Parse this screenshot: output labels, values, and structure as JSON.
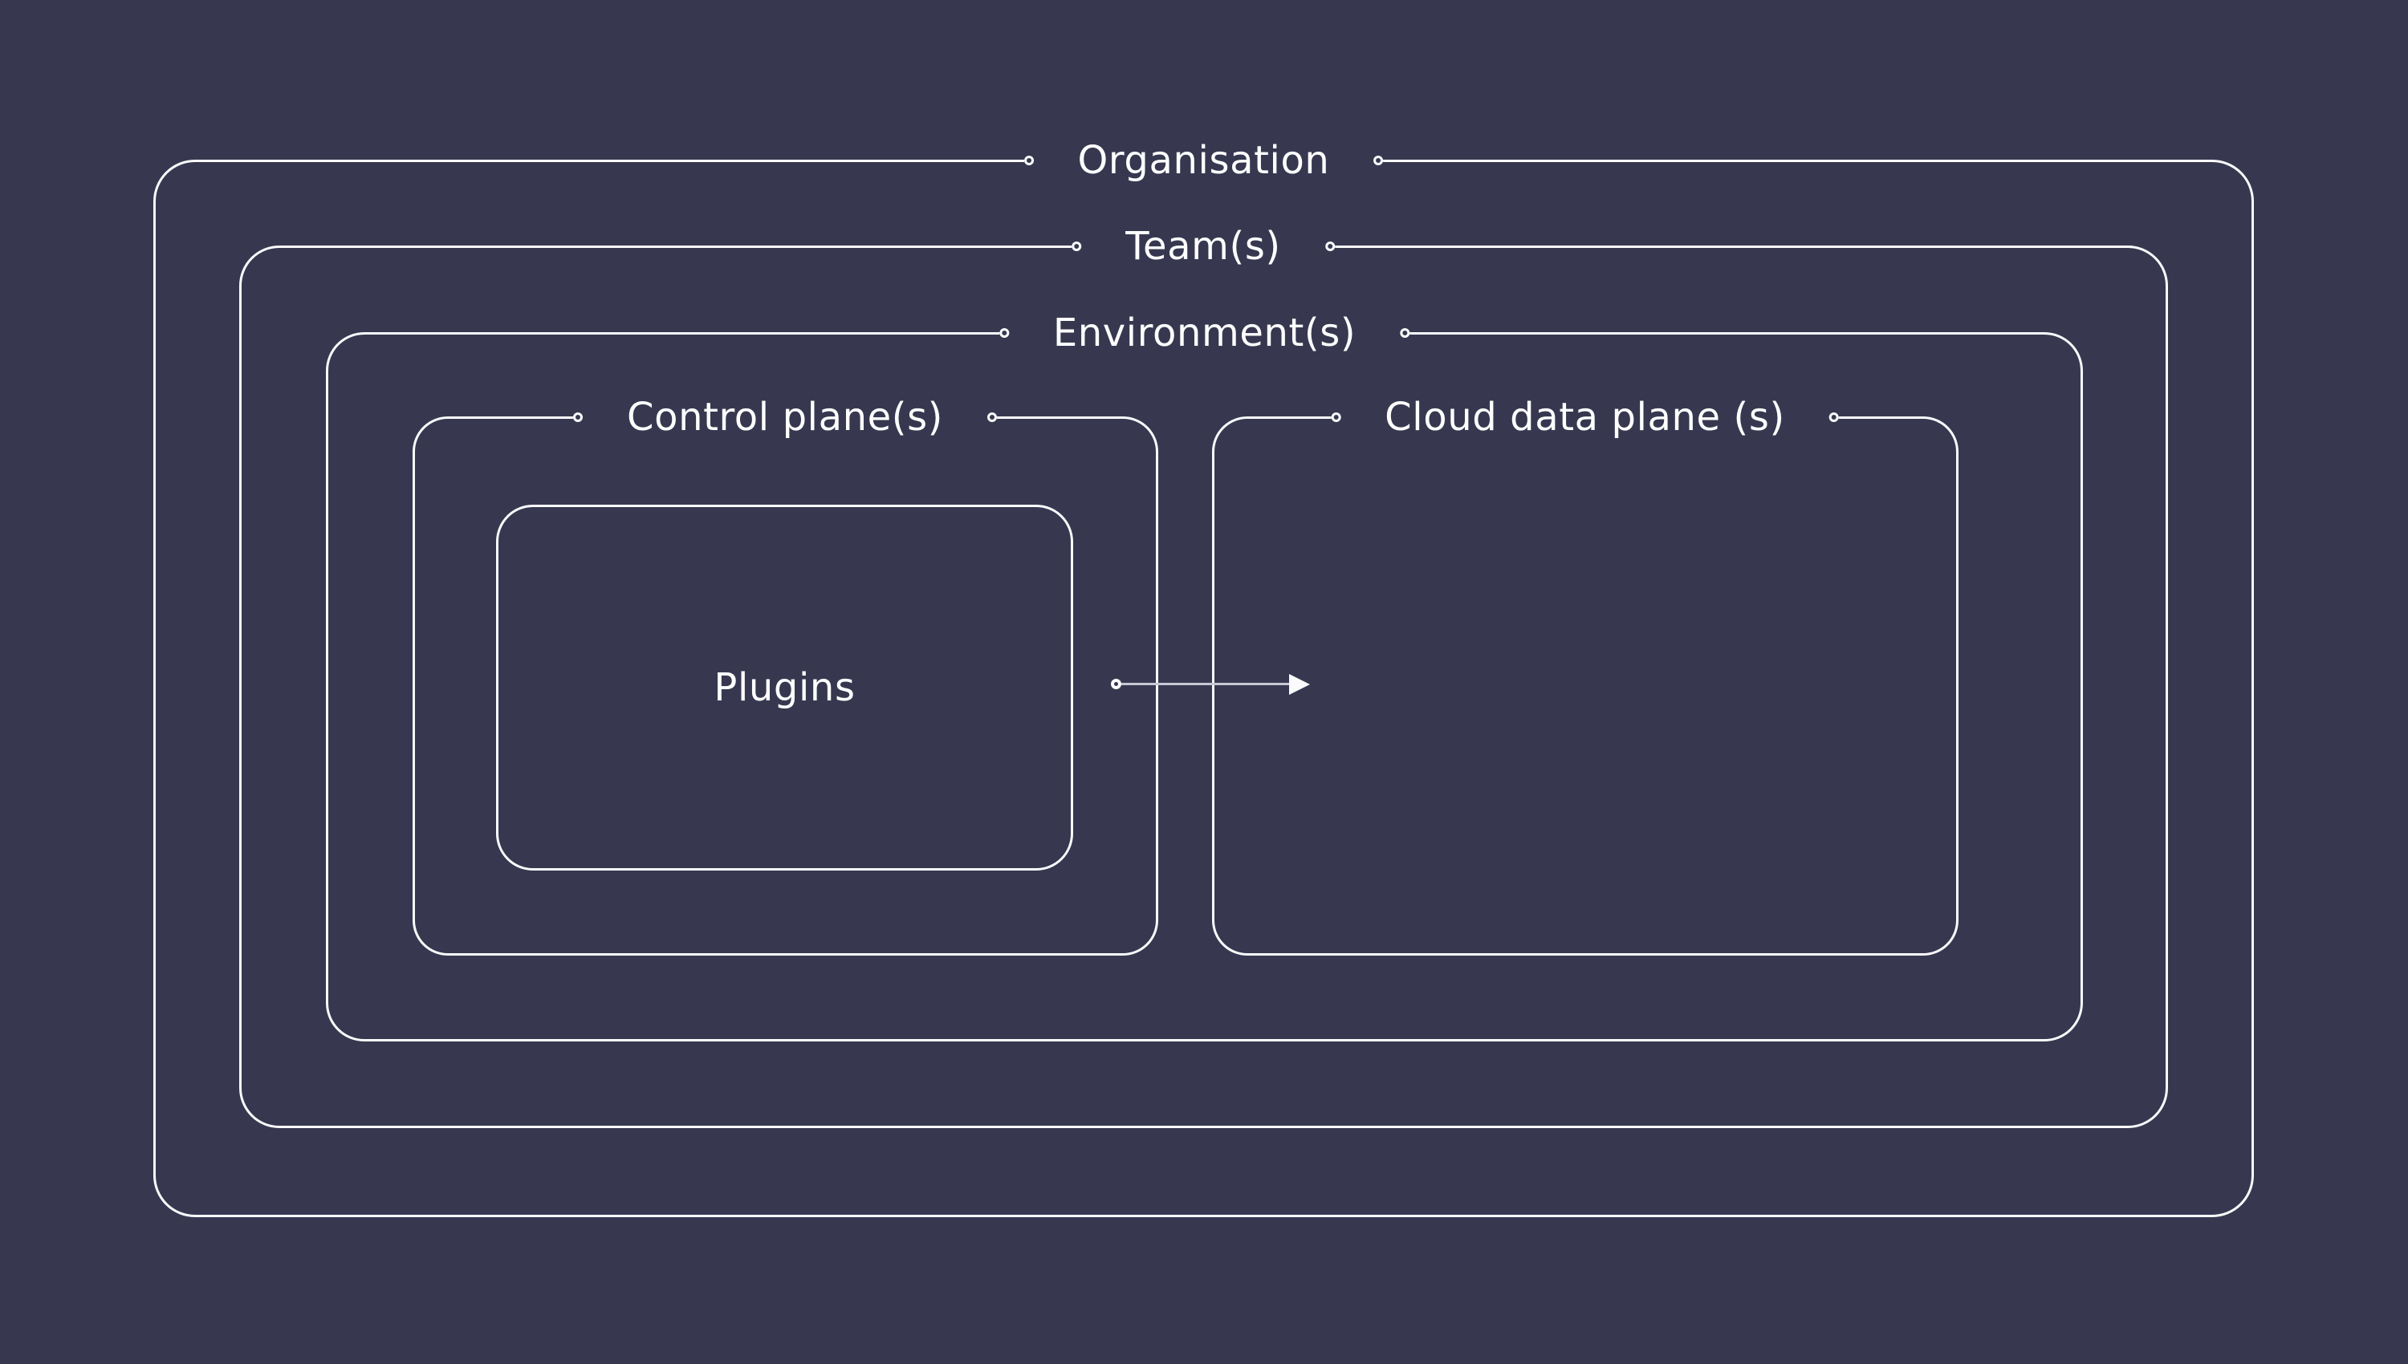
{
  "diagram": {
    "frames": {
      "organisation": {
        "label": "Organisation"
      },
      "teams": {
        "label": "Team(s)"
      },
      "environments": {
        "label": "Environment(s)"
      },
      "control_plane": {
        "label": "Control plane(s)"
      },
      "cloud_data_plane": {
        "label": "Cloud data plane (s)"
      },
      "plugins": {
        "label": "Plugins"
      }
    },
    "arrow": {
      "from": "Plugins",
      "to": "Cloud data plane (s)",
      "direction": "right"
    },
    "colors": {
      "background": "#373850",
      "line": "#fbfbfd",
      "text": "#ffffff",
      "arrow_line": "#c7c8d3"
    }
  }
}
